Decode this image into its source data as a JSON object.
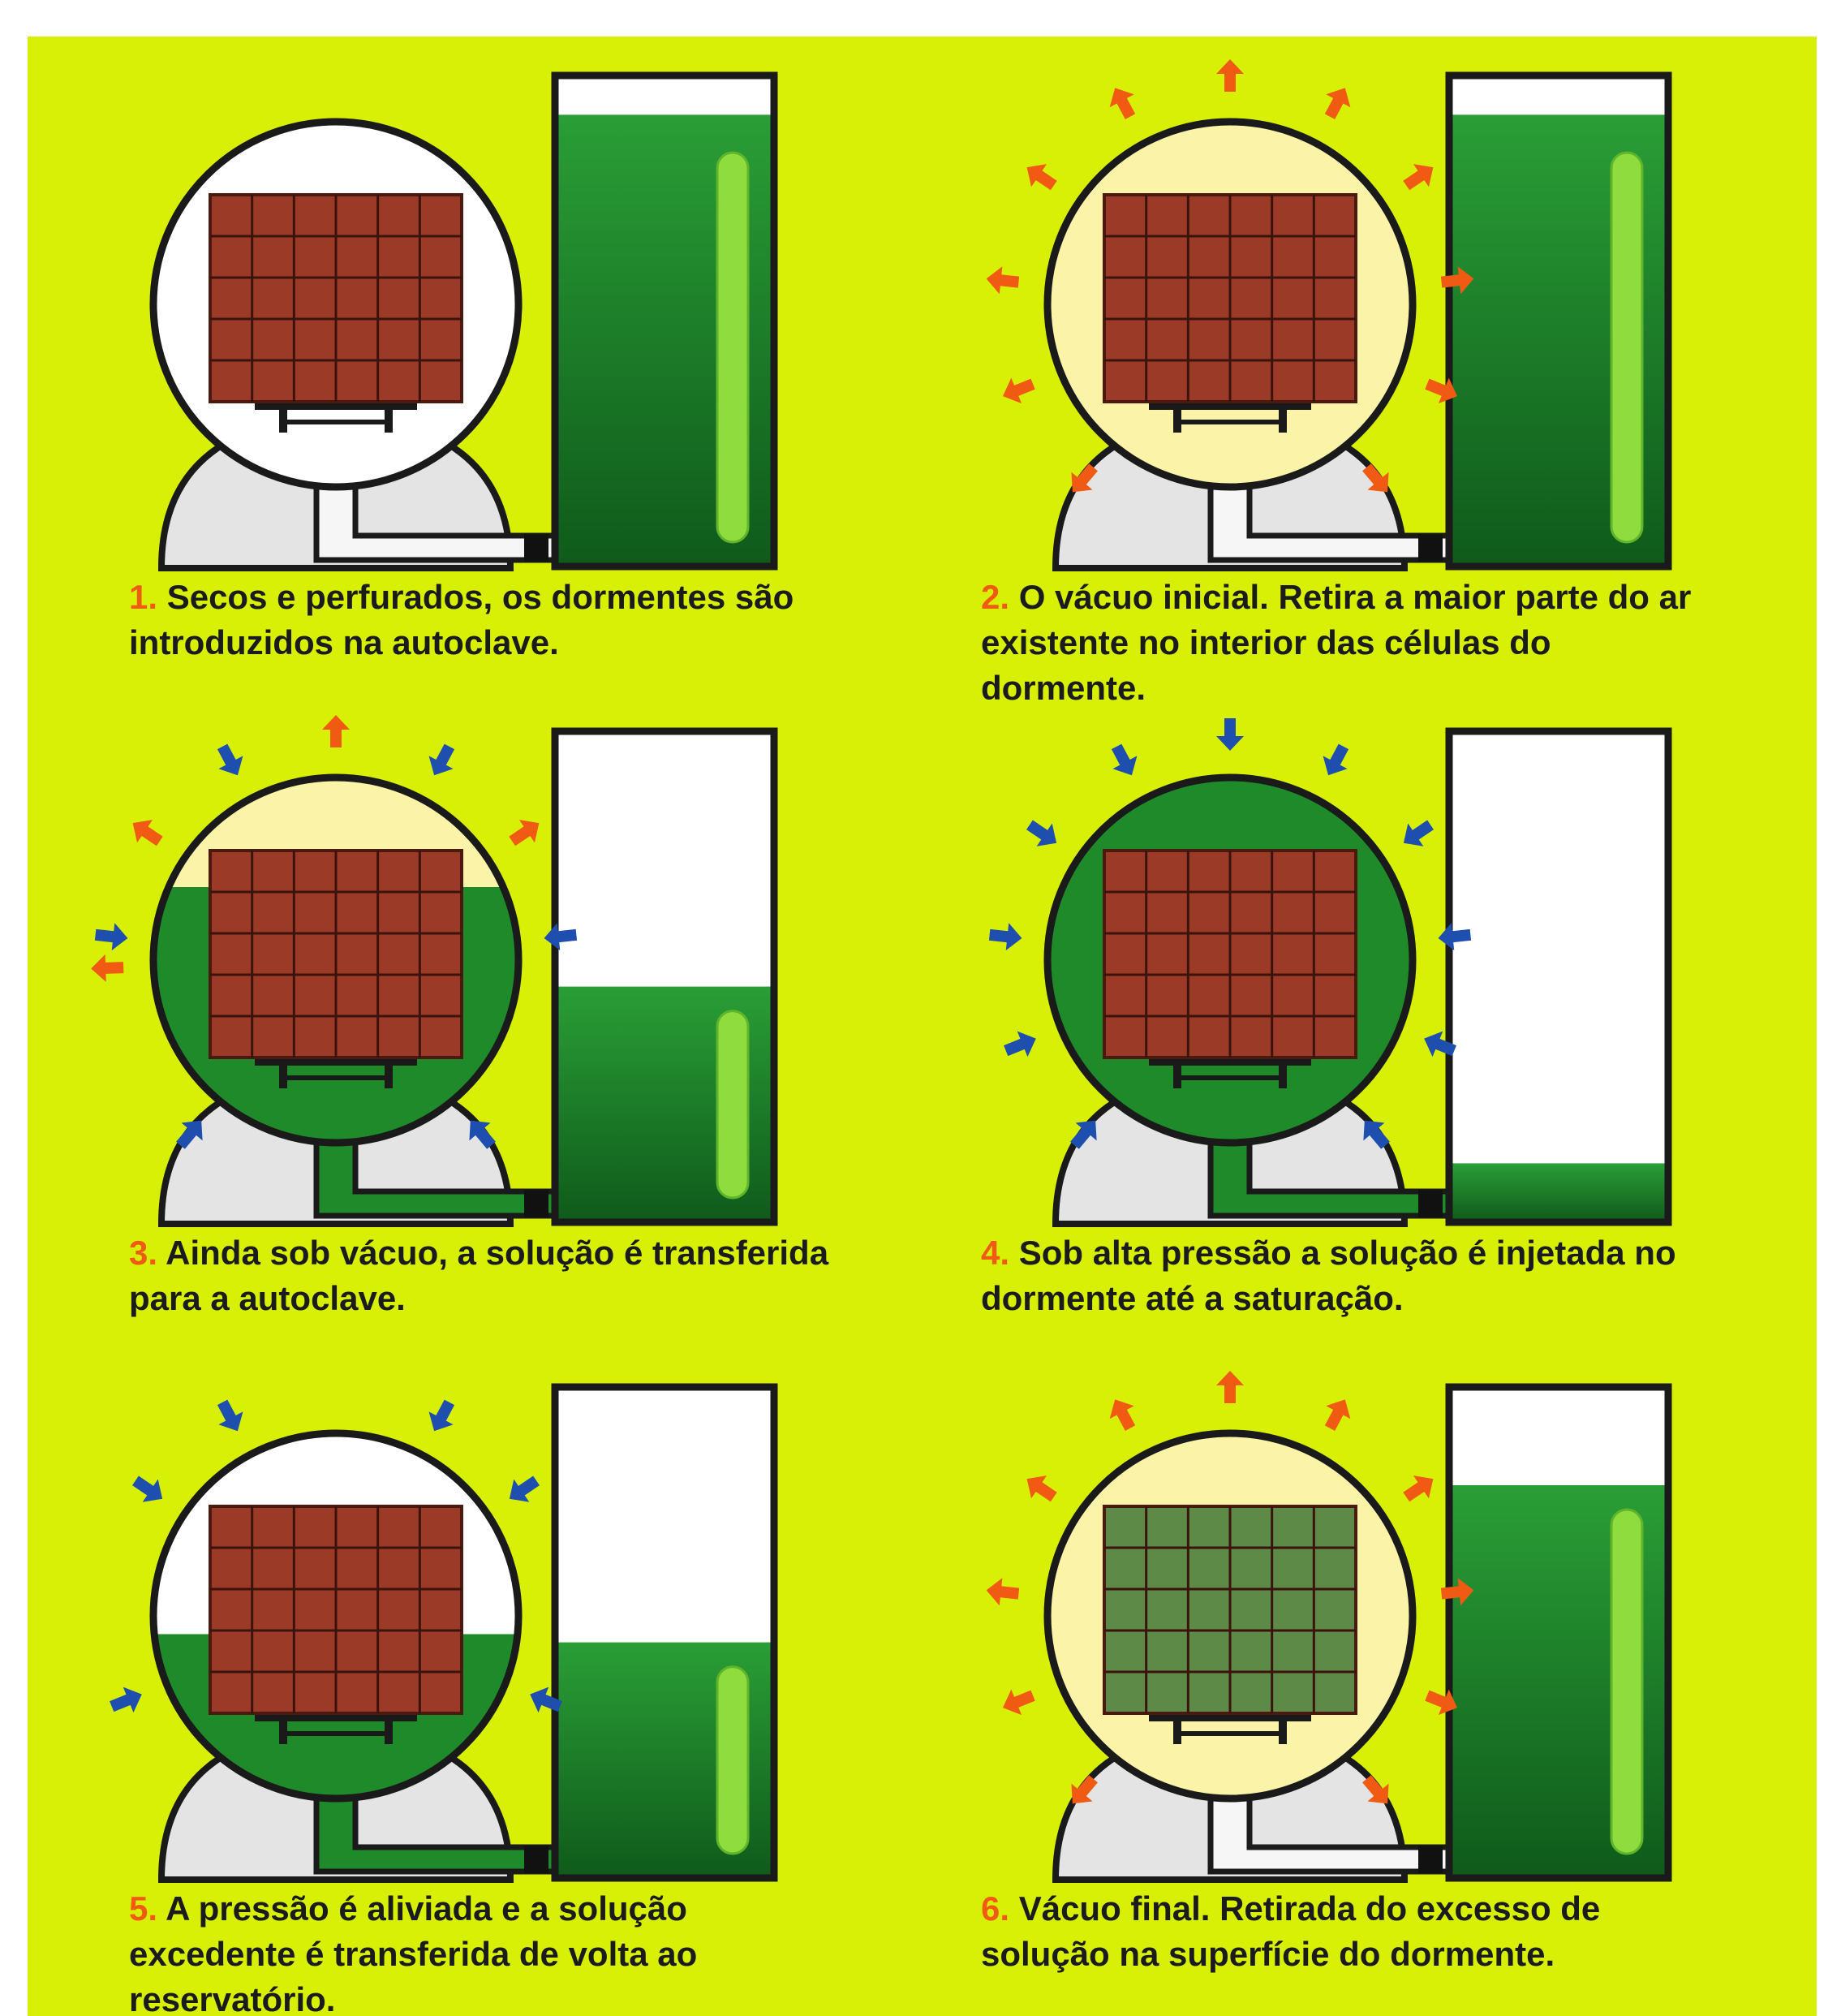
{
  "colors": {
    "background": "#d7f005",
    "solution": "#1e8a2a",
    "wood": "#9a3a27",
    "wood_treated": "#5e8a48",
    "air_out_arrow": "#f05a12",
    "pressure_in_arrow": "#1f4fae",
    "number": "#f05a12"
  },
  "steps": [
    {
      "num": "1.",
      "text": "Secos e perfurados, os dormentes são introduzidos na autoclave.",
      "state": {
        "tank_fill": 0.92,
        "chamber_fill": 0.0,
        "chamber_air": "white",
        "wood": "untreated",
        "arrows_out": "none",
        "arrows_in": "none"
      }
    },
    {
      "num": "2.",
      "text": "O vácuo inicial. Retira a maior parte do ar existente no interior das células do dormente.",
      "state": {
        "tank_fill": 0.92,
        "chamber_fill": 0.0,
        "chamber_air": "vacuum",
        "wood": "untreated",
        "arrows_out": "full",
        "arrows_in": "none"
      }
    },
    {
      "num": "3.",
      "text": "Ainda sob vácuo, a solução é transferida para a autoclave.",
      "state": {
        "tank_fill": 0.48,
        "chamber_fill": 0.7,
        "chamber_air": "vacuum",
        "wood": "untreated",
        "arrows_out": "top",
        "arrows_in": "sides"
      }
    },
    {
      "num": "4.",
      "text": "Sob alta pressão a solução é injetada no dormente até a saturação.",
      "state": {
        "tank_fill": 0.12,
        "chamber_fill": 1.0,
        "chamber_air": "none",
        "wood": "untreated",
        "arrows_out": "none",
        "arrows_in": "full"
      }
    },
    {
      "num": "5.",
      "text": "A pressão é aliviada e a solução excedente é transferida de volta ao reservatório.",
      "state": {
        "tank_fill": 0.48,
        "chamber_fill": 0.45,
        "chamber_air": "white",
        "wood": "untreated",
        "arrows_out": "none",
        "arrows_in": "partial"
      }
    },
    {
      "num": "6.",
      "text": "Vácuo final. Retirada do excesso de solução na superfície do dormente.",
      "state": {
        "tank_fill": 0.8,
        "chamber_fill": 0.0,
        "chamber_air": "vacuum",
        "wood": "treated",
        "arrows_out": "full",
        "arrows_in": "none"
      }
    }
  ]
}
